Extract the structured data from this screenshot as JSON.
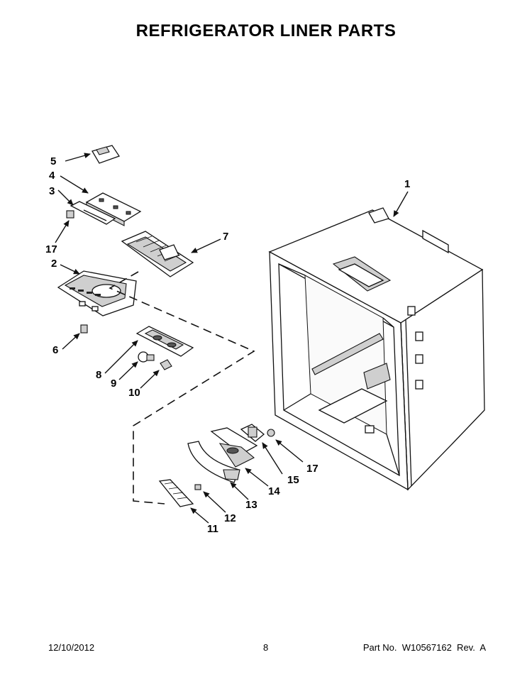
{
  "title": "REFRIGERATOR LINER PARTS",
  "callouts": [
    "1",
    "2",
    "3",
    "4",
    "5",
    "6",
    "7",
    "8",
    "9",
    "10",
    "11",
    "12",
    "13",
    "14",
    "15",
    "17",
    "17"
  ],
  "footer": {
    "date": "12/10/2012",
    "page": "8",
    "part": "Part No.  W10567162  Rev.  A"
  }
}
